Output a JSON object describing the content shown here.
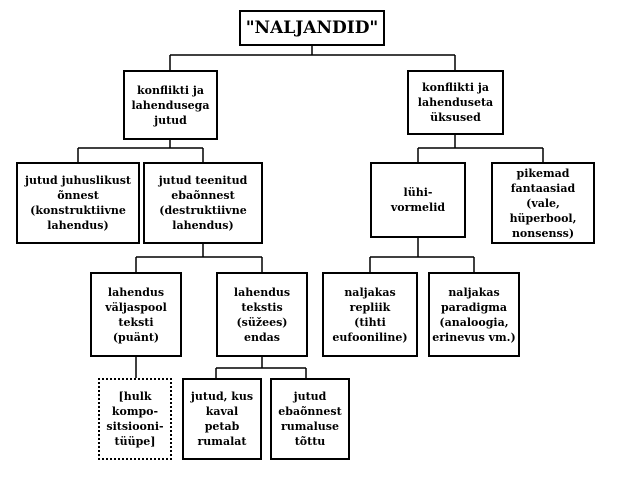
{
  "nodes": {
    "root": "\"NALJANDID\"",
    "conflict_resolution": "konflikti ja\nlahendusega\njutud",
    "conflict_no_resolution": "konflikti ja\nlahenduseta\nüksused",
    "luck_stories": "jutud juhuslikust\nõnnest\n(konstruktiivne\nlahendus)",
    "misfortune_stories": "jutud teenitud\nebaõnnest\n(destruktiivne\nlahendus)",
    "short_formulas": "lühi-\nvormelid",
    "long_fantasies": "pikemad\nfantaasiad\n(vale, hüperbool,\nnonsenss)",
    "resolution_outside": "lahendus\nväljaspool\nteksti\n(puänt)",
    "resolution_inside": "lahendus\ntekstis\n(süžees)\nendas",
    "funny_replica": "naljakas\nrepliik\n(tihti\neufooniline)",
    "funny_paradigm": "naljakas\nparadigma\n(analoogia,\nerinevus vm.)",
    "composition_types": "[hulk\nkompo-\nsitsiooni-\ntüüpe]",
    "cunning_stories": "jutud, kus\nkaval\npetab\nrumalat",
    "stupidity_stories": "jutud\nebaõnnest\nrumaluse\ntõttu"
  }
}
